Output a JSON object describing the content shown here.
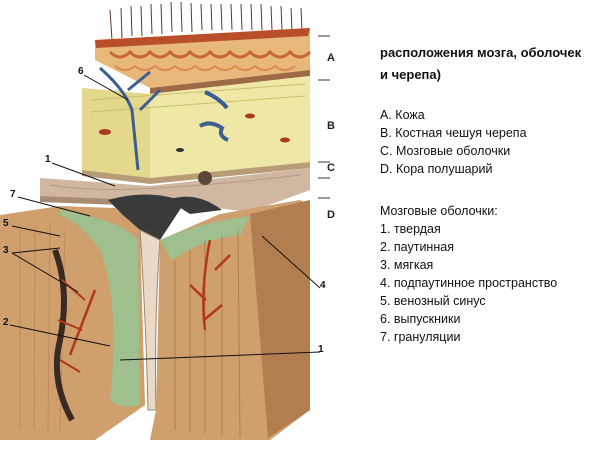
{
  "figure": {
    "layer_labels": [
      "A",
      "B",
      "C",
      "D"
    ],
    "callouts": [
      "1",
      "1",
      "2",
      "3",
      "4",
      "5",
      "6",
      "7"
    ]
  },
  "text": {
    "title_lines": [
      "расположения мозга, оболочек",
      "и черепа)"
    ],
    "layers": [
      "A. Кожа",
      "B. Костная чешуя черепа",
      "C. Мозговые оболочки",
      "D. Кора полушарий"
    ],
    "meninges_heading": "Мозговые оболочки:",
    "meninges": [
      "1. твердая",
      "2. паутинная",
      "3. мягкая",
      "4. подпаутинное пространство",
      "5. венозный синус",
      "6. выпускники",
      "7. грануляции"
    ]
  },
  "colors": {
    "skin": "#e7b87a",
    "skin_cells": "#c7672f",
    "bone": "#efe7a6",
    "dura": "#cfb7a1",
    "cortex": "#cf9f6d",
    "arachnoid_green": "#9fbf8e",
    "vein_blue": "#3c5f90",
    "artery_red": "#b0391c",
    "sinus_dark": "#3a3a3a"
  }
}
